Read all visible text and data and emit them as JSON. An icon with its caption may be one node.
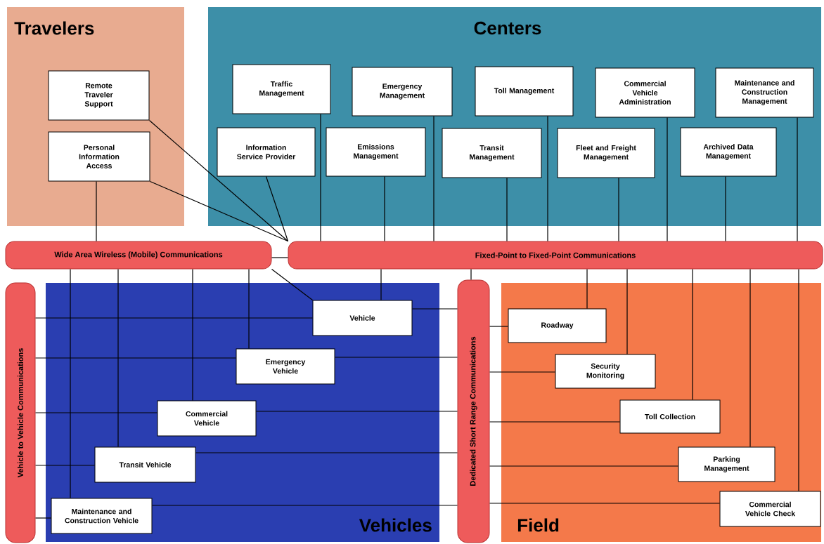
{
  "diagram": {
    "nodes": [
      {
        "text": [
          "Travelers"
        ]
      },
      {
        "text": [
          "Remote Traveler Support"
        ],
        "in": 0
      },
      {
        "text": [
          "Personal Information Access"
        ],
        "in": 0
      },
      {
        "text": [
          "Centers"
        ]
      },
      {
        "text": [
          "Traffic Management"
        ],
        "in": 3
      },
      {
        "text": [
          "Emergency Management"
        ],
        "in": 3
      },
      {
        "text": [
          "Toll Management"
        ],
        "in": 3
      },
      {
        "text": [
          "Commercial Vehicle Administration"
        ],
        "in": 3
      },
      {
        "text": [
          "Maintenance and Construction Management"
        ],
        "in": 3
      },
      {
        "text": [
          "Information Service Provider"
        ],
        "in": 3
      },
      {
        "text": [
          "Emissions Management"
        ],
        "in": 3
      },
      {
        "text": [
          "Transit Management"
        ],
        "in": 3
      },
      {
        "text": [
          "Fleet and Freight Management"
        ],
        "in": 3
      },
      {
        "text": [
          "Archived Data Management"
        ],
        "in": 3
      },
      {
        "text": [
          "Wide Area Wireless (Mobile) Communications"
        ]
      },
      {
        "text": [
          "Fixed-Point to Fixed-Point Communications"
        ]
      },
      {
        "text": [
          "Vehicles"
        ]
      },
      {
        "text": [
          "Vehicle"
        ],
        "in": 16
      },
      {
        "text": [
          "Emergency Vehicle"
        ],
        "in": 16
      },
      {
        "text": [
          "Commercial Vehicle"
        ],
        "in": 16
      },
      {
        "text": [
          "Transit Vehicle"
        ],
        "in": 16
      },
      {
        "text": [
          "Maintenance and Construction Vehicle"
        ],
        "in": 16
      },
      {
        "text": [
          "Vehicle to Vehicle Communications"
        ]
      },
      {
        "text": [
          "Dedicated Short Range Communications"
        ]
      },
      {
        "text": [
          "Field"
        ]
      },
      {
        "text": [
          "Roadway"
        ],
        "in": 24
      },
      {
        "text": [
          "Security Monitoring"
        ],
        "in": 24
      },
      {
        "text": [
          "Toll Collection"
        ],
        "in": 24
      },
      {
        "text": [
          "Parking Management"
        ],
        "in": 24
      },
      {
        "text": [
          "Commercial Vehicle Check"
        ],
        "in": 24
      }
    ],
    "edges": [
      {
        "from": 1,
        "to": 15,
        "arrow": "none"
      },
      {
        "from": 2,
        "to": 15,
        "arrow": "none"
      },
      {
        "from": 2,
        "to": 14,
        "arrow": "none"
      },
      {
        "from": 9,
        "to": 15,
        "arrow": "none"
      },
      {
        "from": 4,
        "to": 15,
        "arrow": "none"
      },
      {
        "from": 5,
        "to": 15,
        "arrow": "none"
      },
      {
        "from": 6,
        "to": 15,
        "arrow": "none"
      },
      {
        "from": 7,
        "to": 15,
        "arrow": "none"
      },
      {
        "from": 8,
        "to": 15,
        "arrow": "none"
      },
      {
        "from": 10,
        "to": 15,
        "arrow": "none"
      },
      {
        "from": 11,
        "to": 15,
        "arrow": "none"
      },
      {
        "from": 12,
        "to": 15,
        "arrow": "none"
      },
      {
        "from": 13,
        "to": 15,
        "arrow": "none"
      },
      {
        "from": 14,
        "to": 15,
        "arrow": "none"
      },
      {
        "from": 14,
        "to": 17,
        "arrow": "none"
      },
      {
        "from": 14,
        "to": 21,
        "arrow": "none"
      },
      {
        "from": 14,
        "to": 20,
        "arrow": "none"
      },
      {
        "from": 14,
        "to": 19,
        "arrow": "none"
      },
      {
        "from": 14,
        "to": 18,
        "arrow": "none"
      },
      {
        "from": 15,
        "to": 17,
        "arrow": "none"
      },
      {
        "from": 15,
        "to": 23,
        "arrow": "none"
      },
      {
        "from": 15,
        "to": 25,
        "arrow": "none"
      },
      {
        "from": 15,
        "to": 26,
        "arrow": "none"
      },
      {
        "from": 15,
        "to": 27,
        "arrow": "none"
      },
      {
        "from": 15,
        "to": 28,
        "arrow": "none"
      },
      {
        "from": 15,
        "to": 29,
        "arrow": "none"
      },
      {
        "from": 17,
        "to": 22,
        "arrow": "none"
      },
      {
        "from": 17,
        "to": 23,
        "arrow": "none"
      },
      {
        "from": 18,
        "to": 22,
        "arrow": "none"
      },
      {
        "from": 18,
        "to": 23,
        "arrow": "none"
      },
      {
        "from": 19,
        "to": 22,
        "arrow": "none"
      },
      {
        "from": 19,
        "to": 23,
        "arrow": "none"
      },
      {
        "from": 20,
        "to": 22,
        "arrow": "none"
      },
      {
        "from": 20,
        "to": 23,
        "arrow": "none"
      },
      {
        "from": 21,
        "to": 22,
        "arrow": "none"
      },
      {
        "from": 21,
        "to": 23,
        "arrow": "none"
      },
      {
        "from": 23,
        "to": 25,
        "arrow": "none"
      },
      {
        "from": 23,
        "to": 26,
        "arrow": "none"
      },
      {
        "from": 23,
        "to": 27,
        "arrow": "none"
      },
      {
        "from": 23,
        "to": 28,
        "arrow": "none"
      },
      {
        "from": 23,
        "to": 29,
        "arrow": "none"
      }
    ]
  }
}
